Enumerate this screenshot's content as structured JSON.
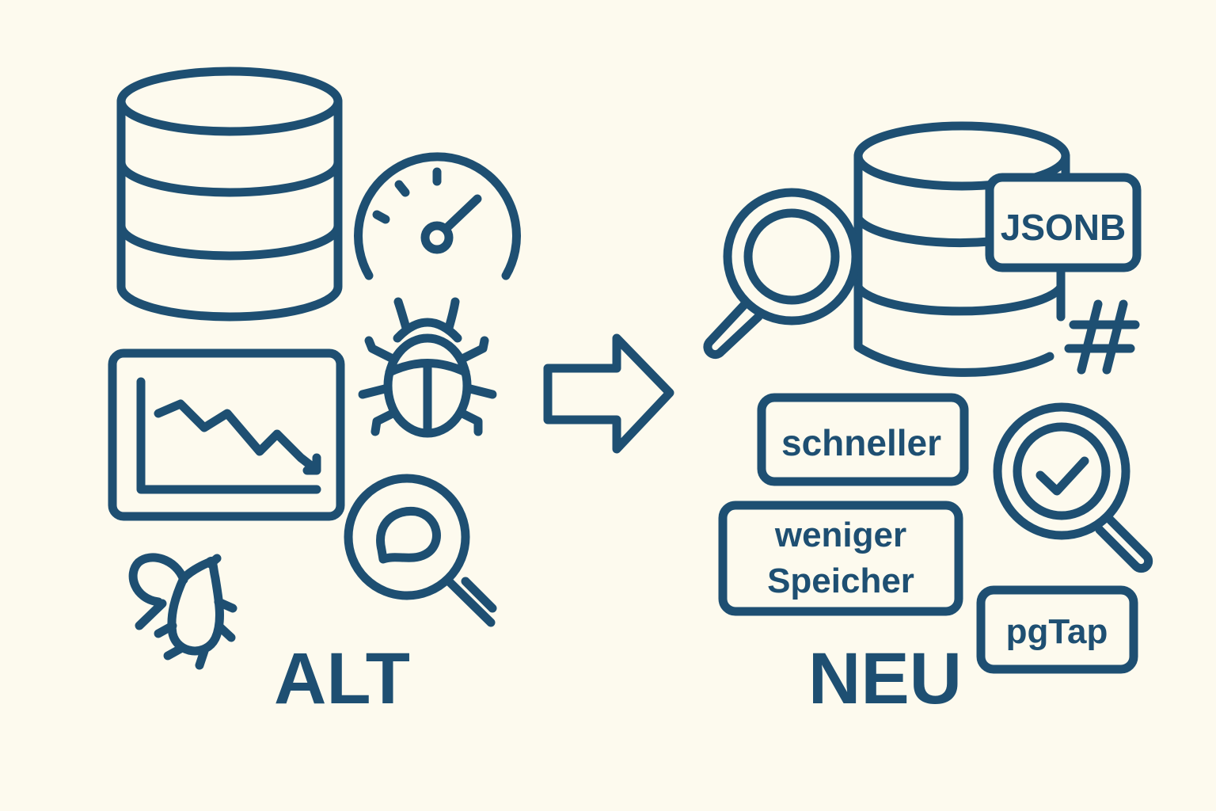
{
  "colors": {
    "background": "#fdfaee",
    "ink": "#1e4f72"
  },
  "old": {
    "label": "ALT",
    "icons": [
      "database-icon",
      "speedometer-icon",
      "bug-icon",
      "line-chart-down-icon",
      "magnifier-search-icon",
      "fly-icon"
    ]
  },
  "transition": {
    "icon": "arrow-right-icon"
  },
  "new": {
    "label": "NEU",
    "badges": {
      "jsonb": "JSONB",
      "faster": "schneller",
      "less_memory_line1": "weniger",
      "less_memory_line2": "Speicher",
      "pgtap": "pgTap"
    },
    "icons": [
      "database-icon",
      "magnifier-icon",
      "hash-icon",
      "magnifier-check-icon"
    ]
  }
}
